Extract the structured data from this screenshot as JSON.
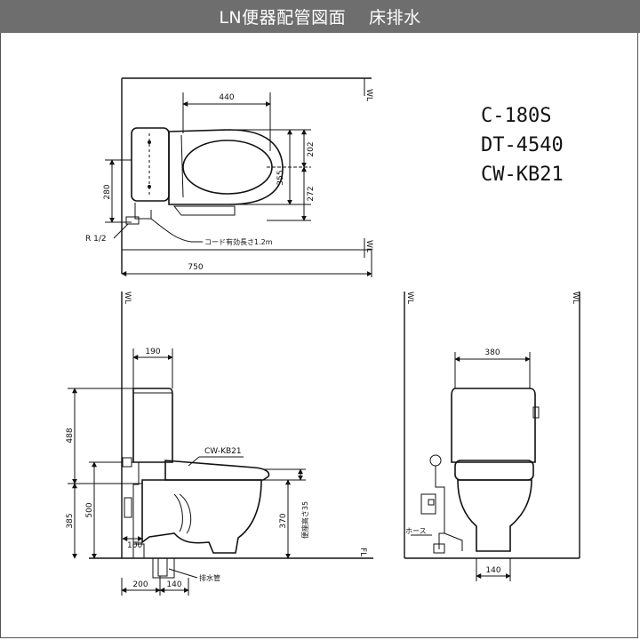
{
  "header": {
    "title": "LN便器配管図面",
    "subtitle": "床排水"
  },
  "models": [
    "C-180S",
    "DT-4540",
    "CW-KB21"
  ],
  "plan_view": {
    "dims": {
      "top_width": "440",
      "right_top": "202",
      "right_mid": "355",
      "right_bottom": "272",
      "left_height": "280",
      "bottom_width": "750"
    },
    "labels": {
      "wall_top": "WL",
      "wall_bottom": "WL",
      "pipe": "R 1/2",
      "cord": "コード有効長さ1.2m"
    }
  },
  "side_view": {
    "dims": {
      "top_width": "190",
      "tank_height": "488",
      "height_500": "500",
      "height_385": "385",
      "bottom_100": "100",
      "bottom_200": "200",
      "bottom_140": "140",
      "seat_height": "370",
      "seat_range": "便座高さ35"
    },
    "labels": {
      "wall": "WL",
      "seat_model": "CW-KB21",
      "drain": "排水管",
      "floor": "FL"
    }
  },
  "front_view": {
    "dims": {
      "top_width": "380",
      "bottom_width": "140"
    },
    "labels": {
      "wall_left": "WL",
      "wall_right": "WL",
      "hose": "ホース"
    }
  }
}
